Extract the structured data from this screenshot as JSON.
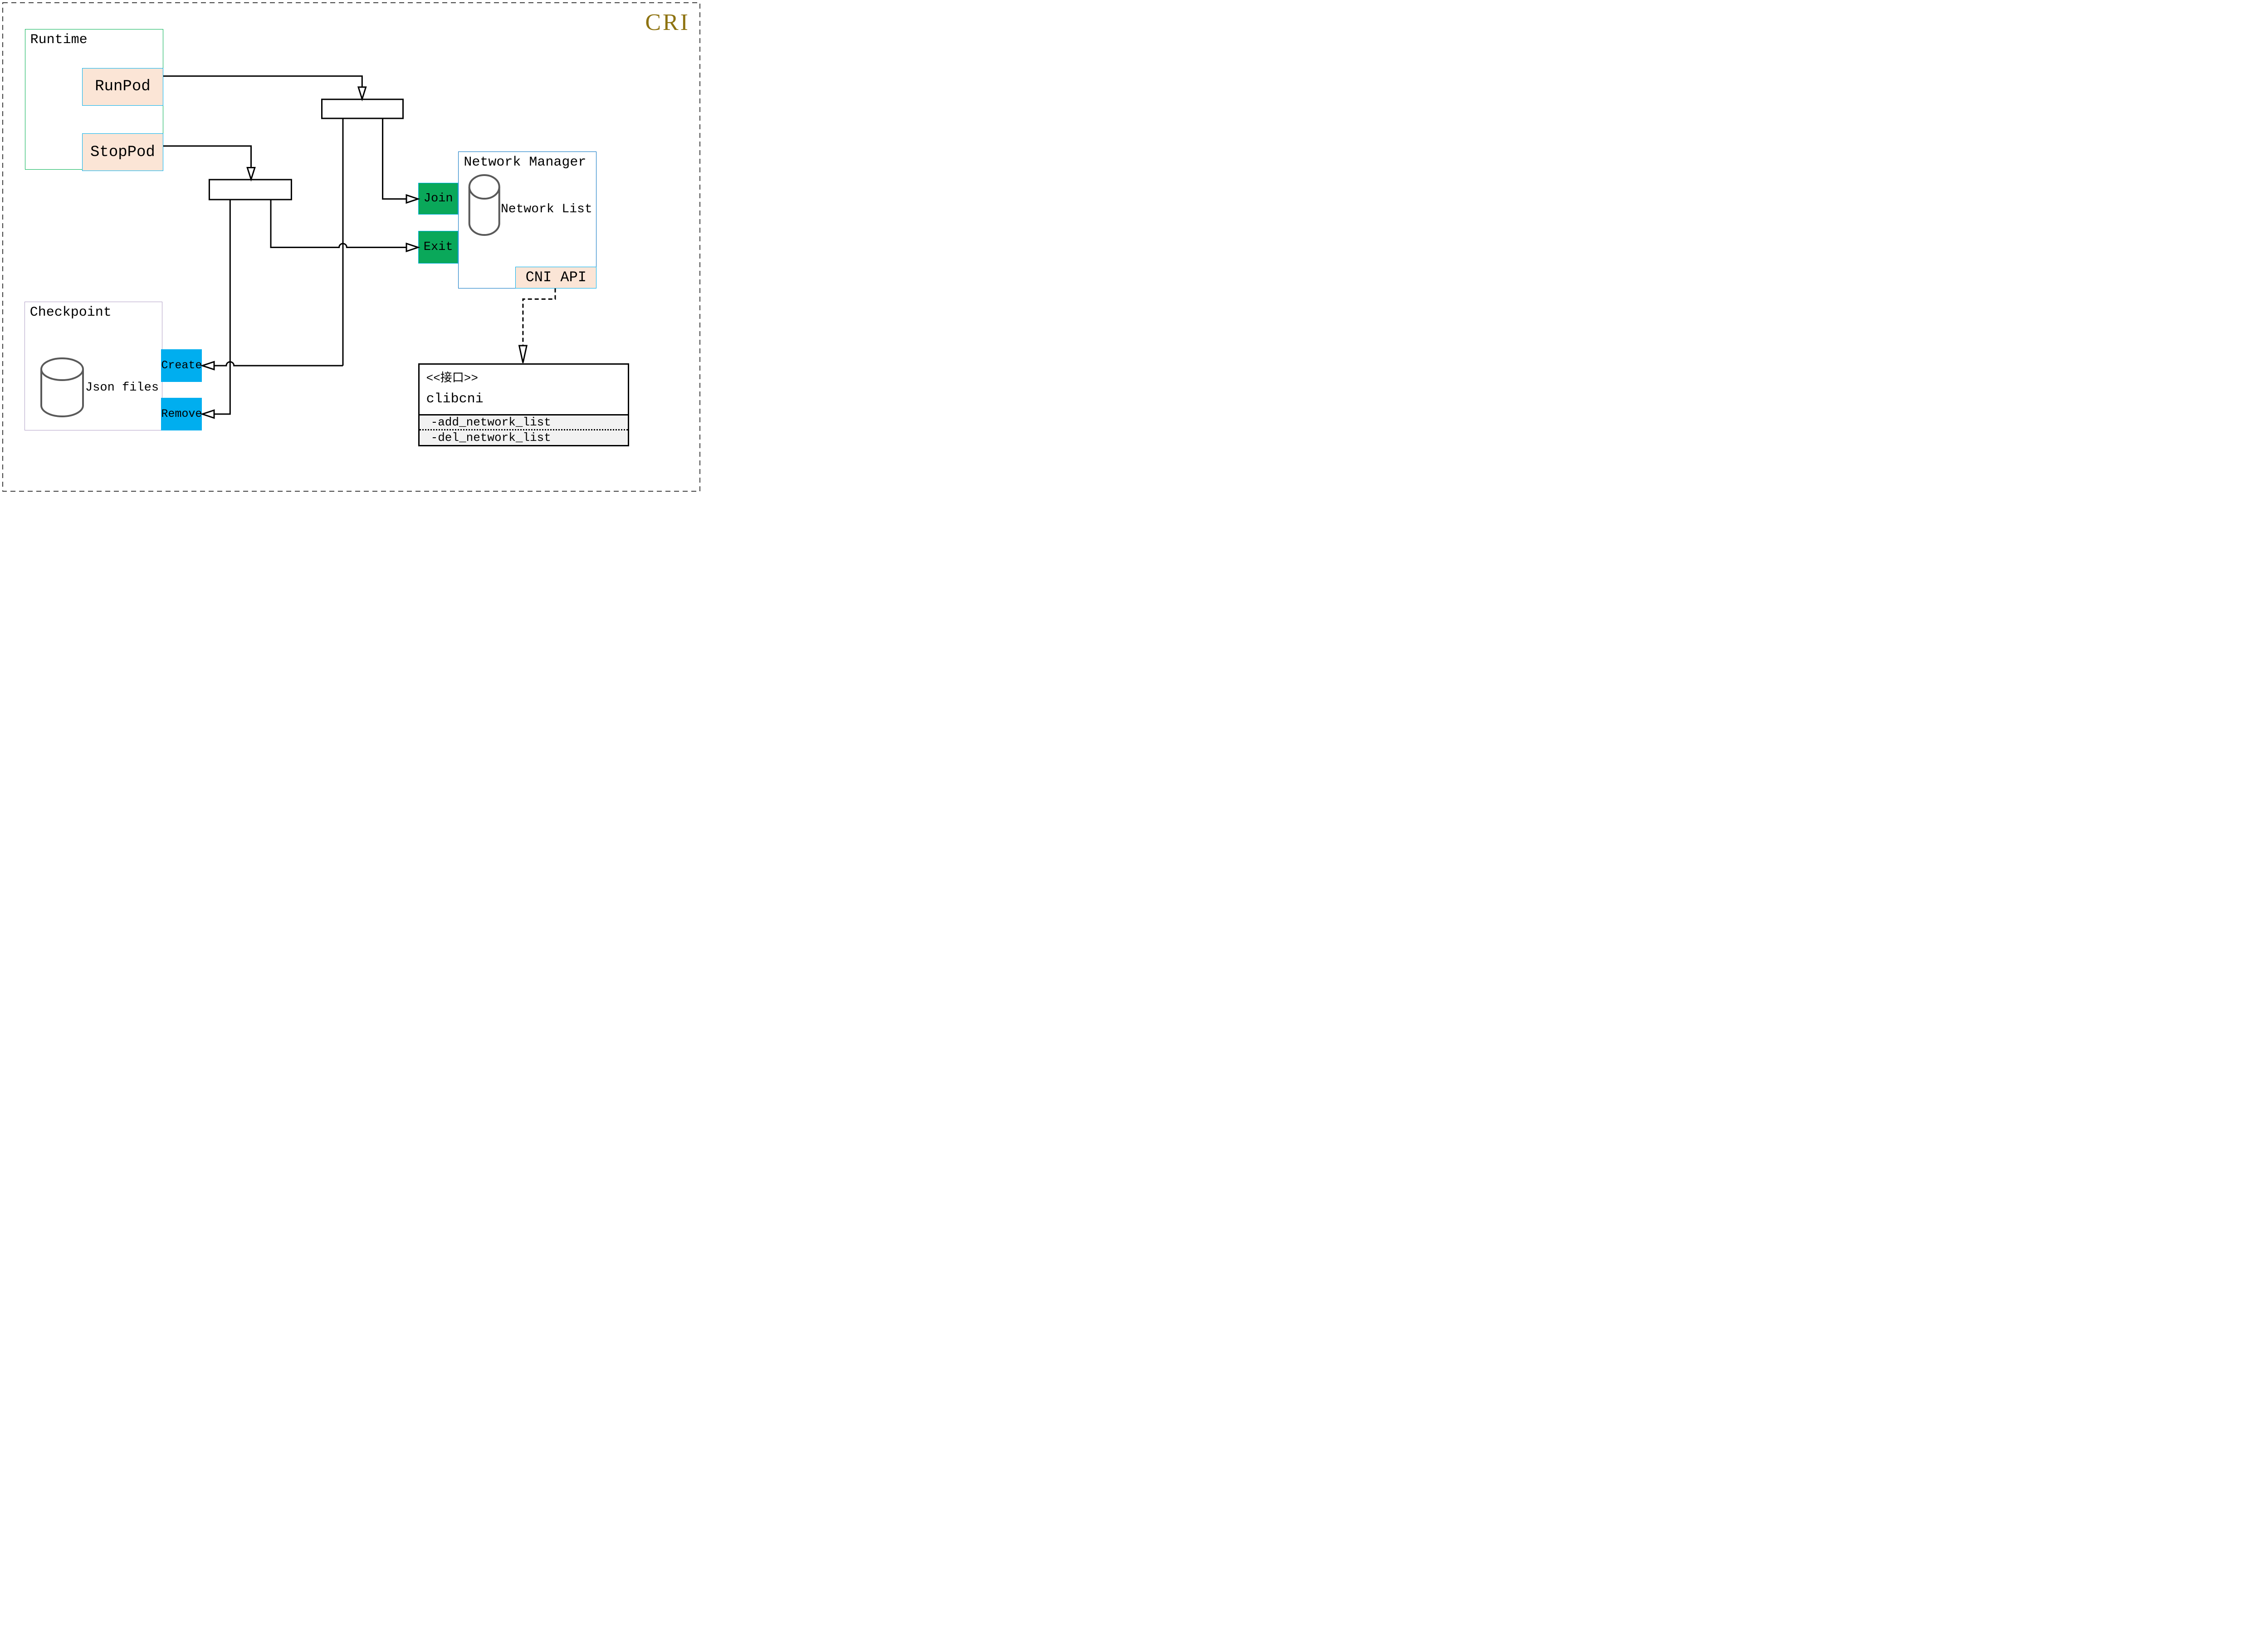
{
  "diagram_title": {
    "label": "CRI"
  },
  "runtime": {
    "label": "Runtime",
    "run_pod": {
      "label": "RunPod"
    },
    "stop_pod": {
      "label": "StopPod"
    }
  },
  "network_manager": {
    "label": "Network Manager",
    "network_list": {
      "label": "Network List",
      "icon": "database-cylinder-icon"
    },
    "join": {
      "label": "Join"
    },
    "exit": {
      "label": "Exit"
    },
    "cni_api": {
      "label": "CNI API"
    }
  },
  "checkpoint": {
    "label": "Checkpoint",
    "json_files": {
      "label": "Json files",
      "icon": "database-cylinder-icon"
    },
    "create": {
      "label": "Create"
    },
    "remove": {
      "label": "Remove"
    }
  },
  "clibcni": {
    "stereotype": "<<接口>>",
    "name": "clibcni",
    "methods": [
      "-add_network_list",
      "-del_network_list"
    ]
  },
  "colors": {
    "title_gold": "#8e7311",
    "runtime_border": "#00b050",
    "pod_fill": "#fbe5d6",
    "pod_border": "#00b0f0",
    "port_fill": "#0aa85a",
    "op_fill": "#00aeef",
    "nm_border": "#0070c0",
    "checkpoint_border": "#b1a0c7",
    "iface_section_fill": "#f2f2f2",
    "cylinder_stroke": "#595959",
    "line_color": "#000000"
  }
}
